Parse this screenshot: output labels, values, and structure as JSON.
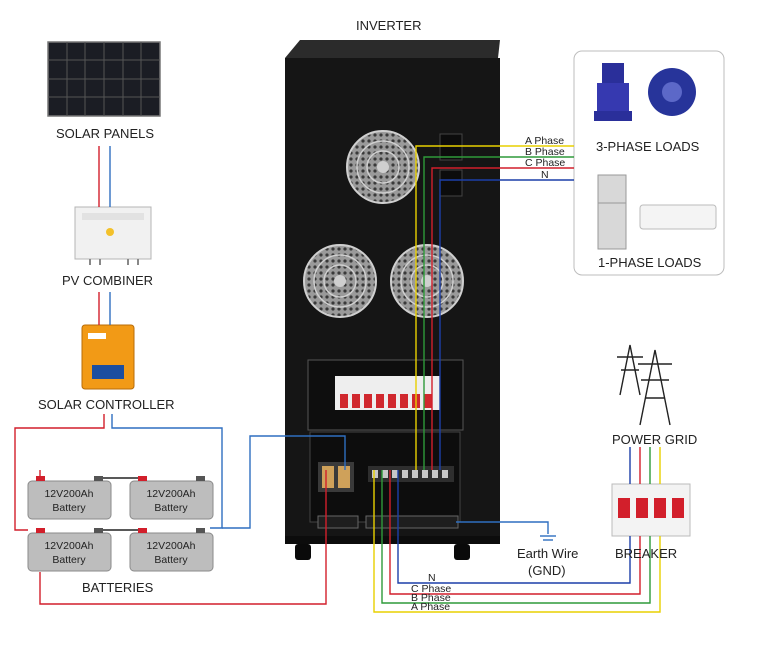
{
  "labels": {
    "inverter": "INVERTER",
    "solar_panels": "SOLAR PANELS",
    "pv_combiner": "PV COMBINER",
    "solar_controller": "SOLAR CONTROLLER",
    "batteries": "BATTERIES",
    "three_phase_loads": "3-PHASE LOADS",
    "one_phase_loads": "1-PHASE LOADS",
    "power_grid": "POWER GRID",
    "breaker": "BREAKER",
    "earth_wire": "Earth Wire",
    "gnd": "(GND)"
  },
  "battery": {
    "line1": "12V200Ah",
    "line2": "Battery"
  },
  "output_wires": {
    "a": "A Phase",
    "b": "B Phase",
    "c": "C Phase",
    "n": "N"
  },
  "grid_wires": {
    "n": "N",
    "c": "C Phase",
    "b": "B Phase",
    "a": "A Phase"
  },
  "colors": {
    "a_phase": "#e8d000",
    "b_phase": "#2e9a3a",
    "c_phase": "#d21f2b",
    "neutral": "#1c3fa8",
    "battery_pos": "#d21f2b",
    "battery_neg": "#2f6fc0",
    "inverter_body": "#151515"
  }
}
